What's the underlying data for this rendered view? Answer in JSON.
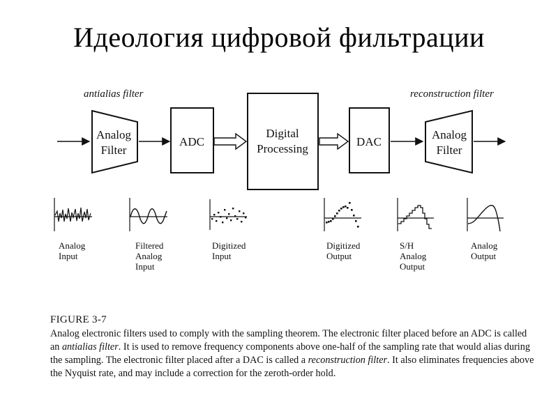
{
  "slide_title": "Идеология цифровой фильтрации",
  "notes": {
    "antialias": "antialias filter",
    "reconstruction": "reconstruction filter"
  },
  "blocks": {
    "analog_filter_in": [
      "Analog",
      "Filter"
    ],
    "adc": "ADC",
    "digital_processing": [
      "Digital",
      "Processing"
    ],
    "dac": "DAC",
    "analog_filter_out": [
      "Analog",
      "Filter"
    ]
  },
  "signals": {
    "analog_input": [
      "Analog",
      "Input"
    ],
    "filtered_analog_input": [
      "Filtered",
      "Analog",
      "Input"
    ],
    "digitized_input": [
      "Digitized",
      "Input"
    ],
    "digitized_output": [
      "Digitized",
      "Output"
    ],
    "sh_analog_output": [
      "S/H",
      "Analog",
      "Output"
    ],
    "analog_output": [
      "Analog",
      "Output"
    ]
  },
  "caption": {
    "figure": "FIGURE 3-7",
    "p1": "Analog electronic filters used to comply with the sampling theorem. The electronic filter placed before an ADC is called an ",
    "em1": "antialias filter",
    "p2": ". It is used to remove frequency components above one-half of the sampling rate that would alias during the sampling. The electronic filter placed after a DAC is called a ",
    "em2": "reconstruction filter",
    "p3": ". It also eliminates frequencies above the Nyquist rate, and may include a correction for the zeroth-order hold."
  },
  "colors": {
    "ink": "#111111",
    "background": "#ffffff"
  }
}
